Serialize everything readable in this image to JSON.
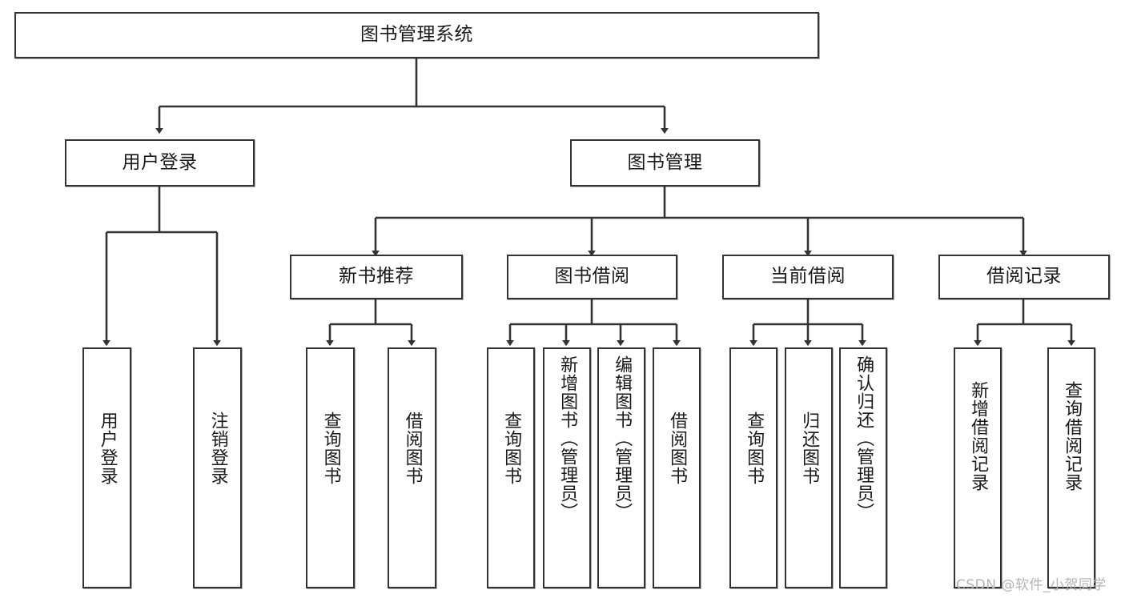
{
  "diagram": {
    "title": "图书管理系统",
    "orientation": "top-down-tree",
    "line_color": "#333333",
    "node_fill": "#ffffff",
    "text_color": "#1a1a1a",
    "watermark": "CSDN @软件_小贺同学"
  },
  "nodes": {
    "root": {
      "label": "图书管理系统"
    },
    "level1": [
      {
        "label": "用户登录"
      },
      {
        "label": "图书管理"
      }
    ],
    "level2": [
      {
        "label": "新书推荐"
      },
      {
        "label": "图书借阅"
      },
      {
        "label": "当前借阅"
      },
      {
        "label": "借阅记录"
      }
    ],
    "leaves_user_login": [
      {
        "label": "用户登录"
      },
      {
        "label": "注销登录"
      }
    ],
    "leaves_new_book": [
      {
        "label": "查询图书"
      },
      {
        "label": "借阅图书"
      }
    ],
    "leaves_borrow": [
      {
        "label": "查询图书"
      },
      {
        "label": "新增图书（管理员）"
      },
      {
        "label": "编辑图书（管理员）"
      },
      {
        "label": "借阅图书"
      }
    ],
    "leaves_current": [
      {
        "label": "查询图书"
      },
      {
        "label": "归还图书"
      },
      {
        "label": "确认归还（管理员）"
      }
    ],
    "leaves_records": [
      {
        "label": "新增借阅记录"
      },
      {
        "label": "查询借阅记录"
      }
    ]
  }
}
